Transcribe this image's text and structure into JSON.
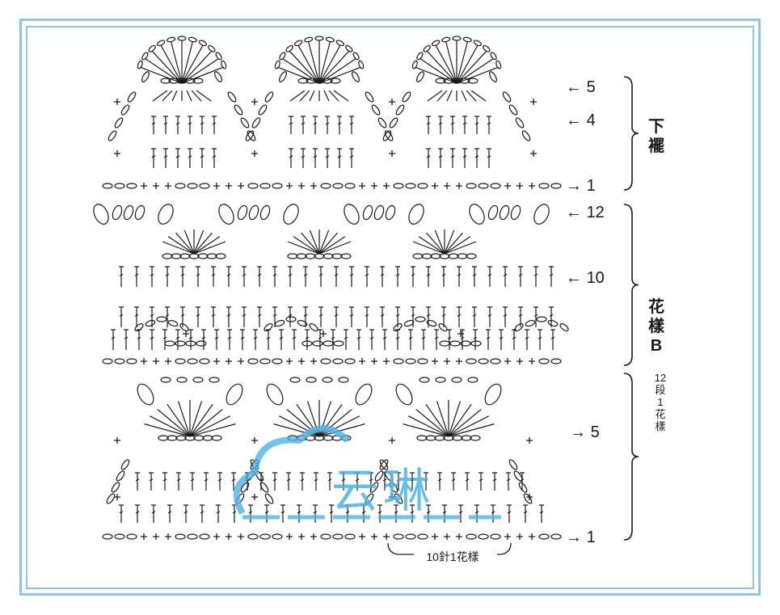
{
  "section_top": {
    "title_line1": "下",
    "title_line2": "襬",
    "rows": [
      "5",
      "4",
      "1"
    ]
  },
  "section_mid": {
    "title_line1": "花",
    "title_line2": "樣",
    "title_line3": "B",
    "rows": [
      "12",
      "10",
      "5",
      "1"
    ],
    "note_line1": "12",
    "note_line2": "段",
    "note_line3": "1",
    "note_line4": "花",
    "note_line5": "樣"
  },
  "repeat_label": "10針1花樣",
  "watermark": "云琳",
  "colors": {
    "frame": "#8fc3ea",
    "ink": "#1a1a1a",
    "watermark": "#4db3e6"
  }
}
